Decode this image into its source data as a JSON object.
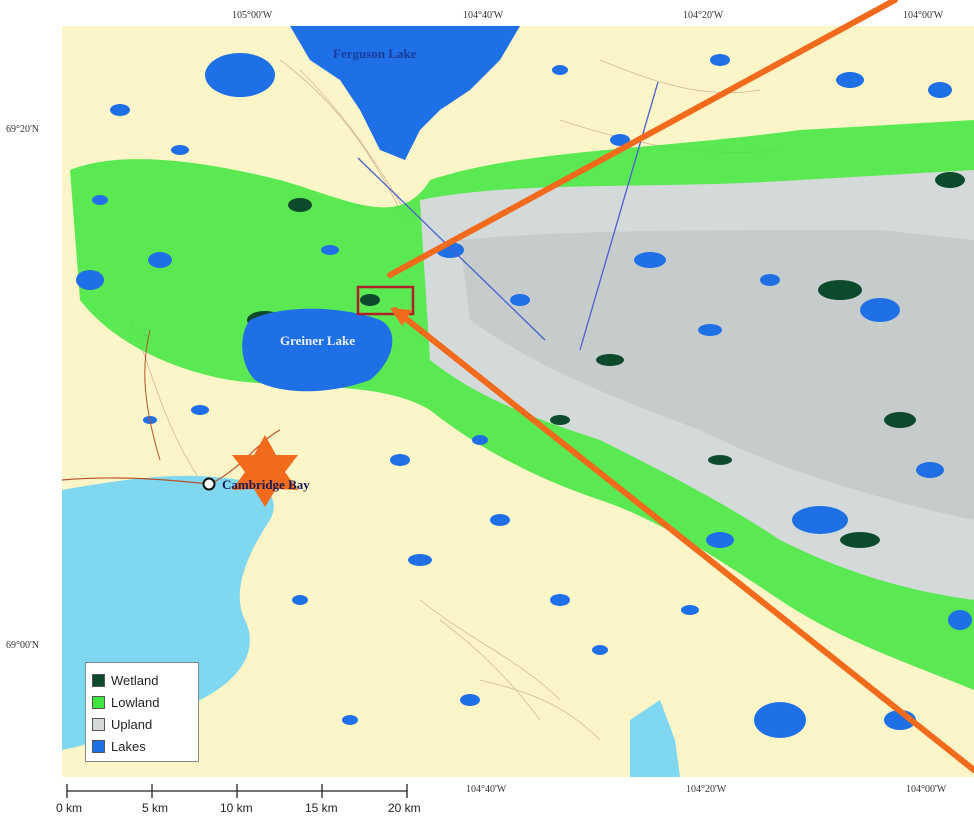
{
  "coordinates": {
    "top_longitudes": [
      "105°00'W",
      "104°40'W",
      "104°20'W",
      "104°00'W"
    ],
    "bottom_longitudes": [
      "104°40'W",
      "104°20'W",
      "104°00'W"
    ],
    "latitudes": [
      "69°20'N",
      "69°00'N"
    ]
  },
  "places": {
    "ferguson_lake": "Ferguson Lake",
    "greiner_lake": "Greiner Lake",
    "cambridge_bay": "Cambridge Bay"
  },
  "legend": {
    "items": [
      {
        "label": "Wetland",
        "color": "#0d4a2c"
      },
      {
        "label": "Lowland",
        "color": "#3ee63e"
      },
      {
        "label": "Upland",
        "color": "#d4d9d9"
      },
      {
        "label": "Lakes",
        "color": "#1f6fe6"
      }
    ]
  },
  "scale_bar": {
    "labels": [
      "0 km",
      "5 km",
      "10 km",
      "15 km",
      "20 km"
    ]
  },
  "colors": {
    "land": "#fbf5c8",
    "sea": "#7fd7f0",
    "lake": "#1f6fe6",
    "callout": "#f26a1b",
    "highlight_box": "#b0202a"
  }
}
